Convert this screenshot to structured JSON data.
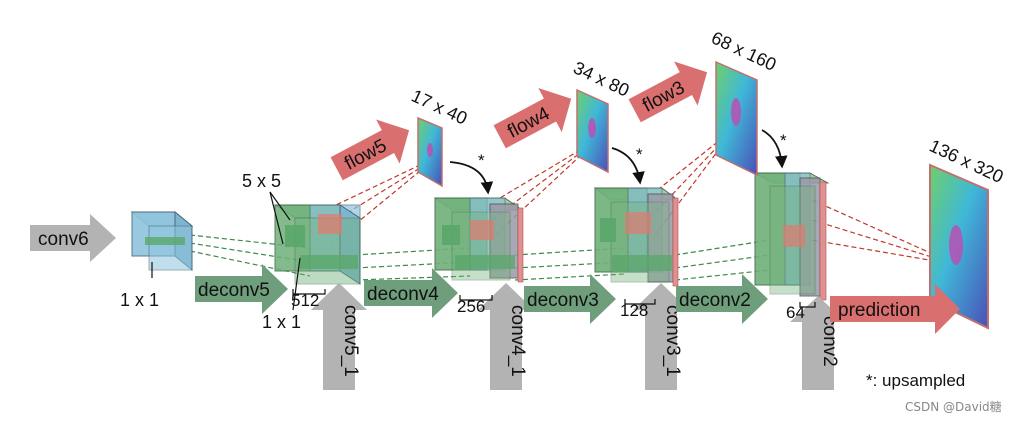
{
  "arrows": {
    "conv6": "conv6",
    "deconv5": "deconv5",
    "deconv4": "deconv4",
    "deconv3": "deconv3",
    "deconv2": "deconv2",
    "flow5": "flow5",
    "flow4": "flow4",
    "flow3": "flow3",
    "prediction": "prediction",
    "conv5_1": "conv5_1",
    "conv4_1": "conv4_1",
    "conv3_1": "conv3_1",
    "conv2": "conv2"
  },
  "labels": {
    "conv6_size": "1 x 1",
    "kernel_5x5": "5 x 5",
    "kernel_1x1": "1 x 1",
    "ch512": "512",
    "ch256": "256",
    "ch128": "128",
    "ch64": "64",
    "flow5_size": "17 x 40",
    "flow4_size": "34 x 80",
    "flow3_size": "68 x 160",
    "prediction_size": "136 x 320",
    "star1": "*",
    "star2": "*",
    "star3": "*",
    "legend": "*: upsampled"
  },
  "watermark": "CSDN @David糖",
  "colors": {
    "gray_arrow": "#b3b3b3",
    "green_arrow": "#6e9e7c",
    "red_arrow": "#d96f6f",
    "blue_block": "#8fc4de",
    "green_block": "#6fb07a",
    "red_block": "#e07b6d",
    "gray_block": "#9a9aa8"
  }
}
